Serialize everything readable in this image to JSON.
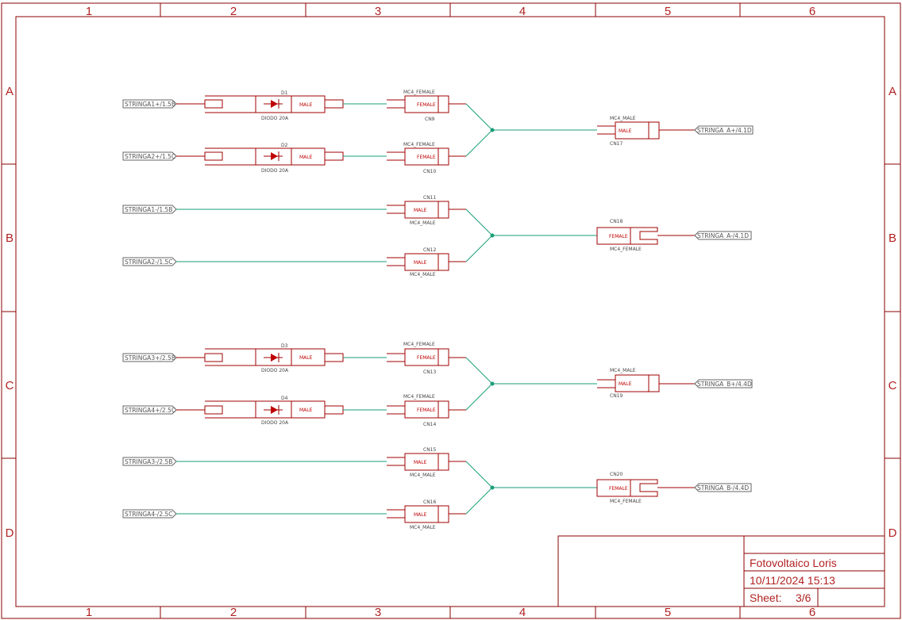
{
  "colors": {
    "frame": "#8b0000",
    "component": "#a00000",
    "wire": "#1a9e78",
    "port_text": "#555555"
  },
  "zones": {
    "columns": [
      "1",
      "2",
      "3",
      "4",
      "5",
      "6"
    ],
    "rows": [
      "A",
      "B",
      "C",
      "D"
    ]
  },
  "title_block": {
    "project": "Fotovoltaico Loris",
    "datetime": "10/11/2024 15:13",
    "sheet_label": "Sheet:",
    "sheet_value": "3/6"
  },
  "ports": {
    "in1": "STRINGA1+/1.5B",
    "in2": "STRINGA2+/1.5C",
    "in3": "STRINGA1-/1.5B",
    "in4": "STRINGA2-/1.5C",
    "in5": "STRINGA3+/2.5B",
    "in6": "STRINGA4+/2.5C",
    "in7": "STRINGA3-/2.5B",
    "in8": "STRINGA4-/2.5C",
    "out1": "STRINGA_A+/4.1D",
    "out2": "STRINGA_A-/4.1D",
    "out3": "STRINGA_B+/4.4D",
    "out4": "STRINGA_B-/4.4D"
  },
  "diodes": {
    "d1": {
      "ref": "D1",
      "value": "DIODO 20A",
      "pin": "MALE"
    },
    "d2": {
      "ref": "D2",
      "value": "DIODO 20A",
      "pin": "MALE"
    },
    "d3": {
      "ref": "D3",
      "value": "DIODO 20A",
      "pin": "MALE"
    },
    "d4": {
      "ref": "D4",
      "value": "DIODO 20A",
      "pin": "MALE"
    }
  },
  "connectors": {
    "cn9": {
      "ref": "CN9",
      "type": "MC4_FEMALE",
      "pin": "FEMALE"
    },
    "cn10": {
      "ref": "CN10",
      "type": "MC4_FEMALE",
      "pin": "FEMALE"
    },
    "cn11": {
      "ref": "CN11",
      "type": "MC4_MALE",
      "pin": "MALE"
    },
    "cn12": {
      "ref": "CN12",
      "type": "MC4_MALE",
      "pin": "MALE"
    },
    "cn13": {
      "ref": "CN13",
      "type": "MC4_FEMALE",
      "pin": "FEMALE"
    },
    "cn14": {
      "ref": "CN14",
      "type": "MC4_FEMALE",
      "pin": "FEMALE"
    },
    "cn15": {
      "ref": "CN15",
      "type": "MC4_MALE",
      "pin": "MALE"
    },
    "cn16": {
      "ref": "CN16",
      "type": "MC4_MALE",
      "pin": "MALE"
    },
    "cn17": {
      "ref": "CN17",
      "type": "MC4_MALE",
      "pin": "MALE"
    },
    "cn18": {
      "ref": "CN18",
      "type": "MC4_FEMALE",
      "pin": "FEMALE"
    },
    "cn19": {
      "ref": "CN19",
      "type": "MC4_MALE",
      "pin": "MALE"
    },
    "cn20": {
      "ref": "CN20",
      "type": "MC4_FEMALE",
      "pin": "FEMALE"
    }
  }
}
